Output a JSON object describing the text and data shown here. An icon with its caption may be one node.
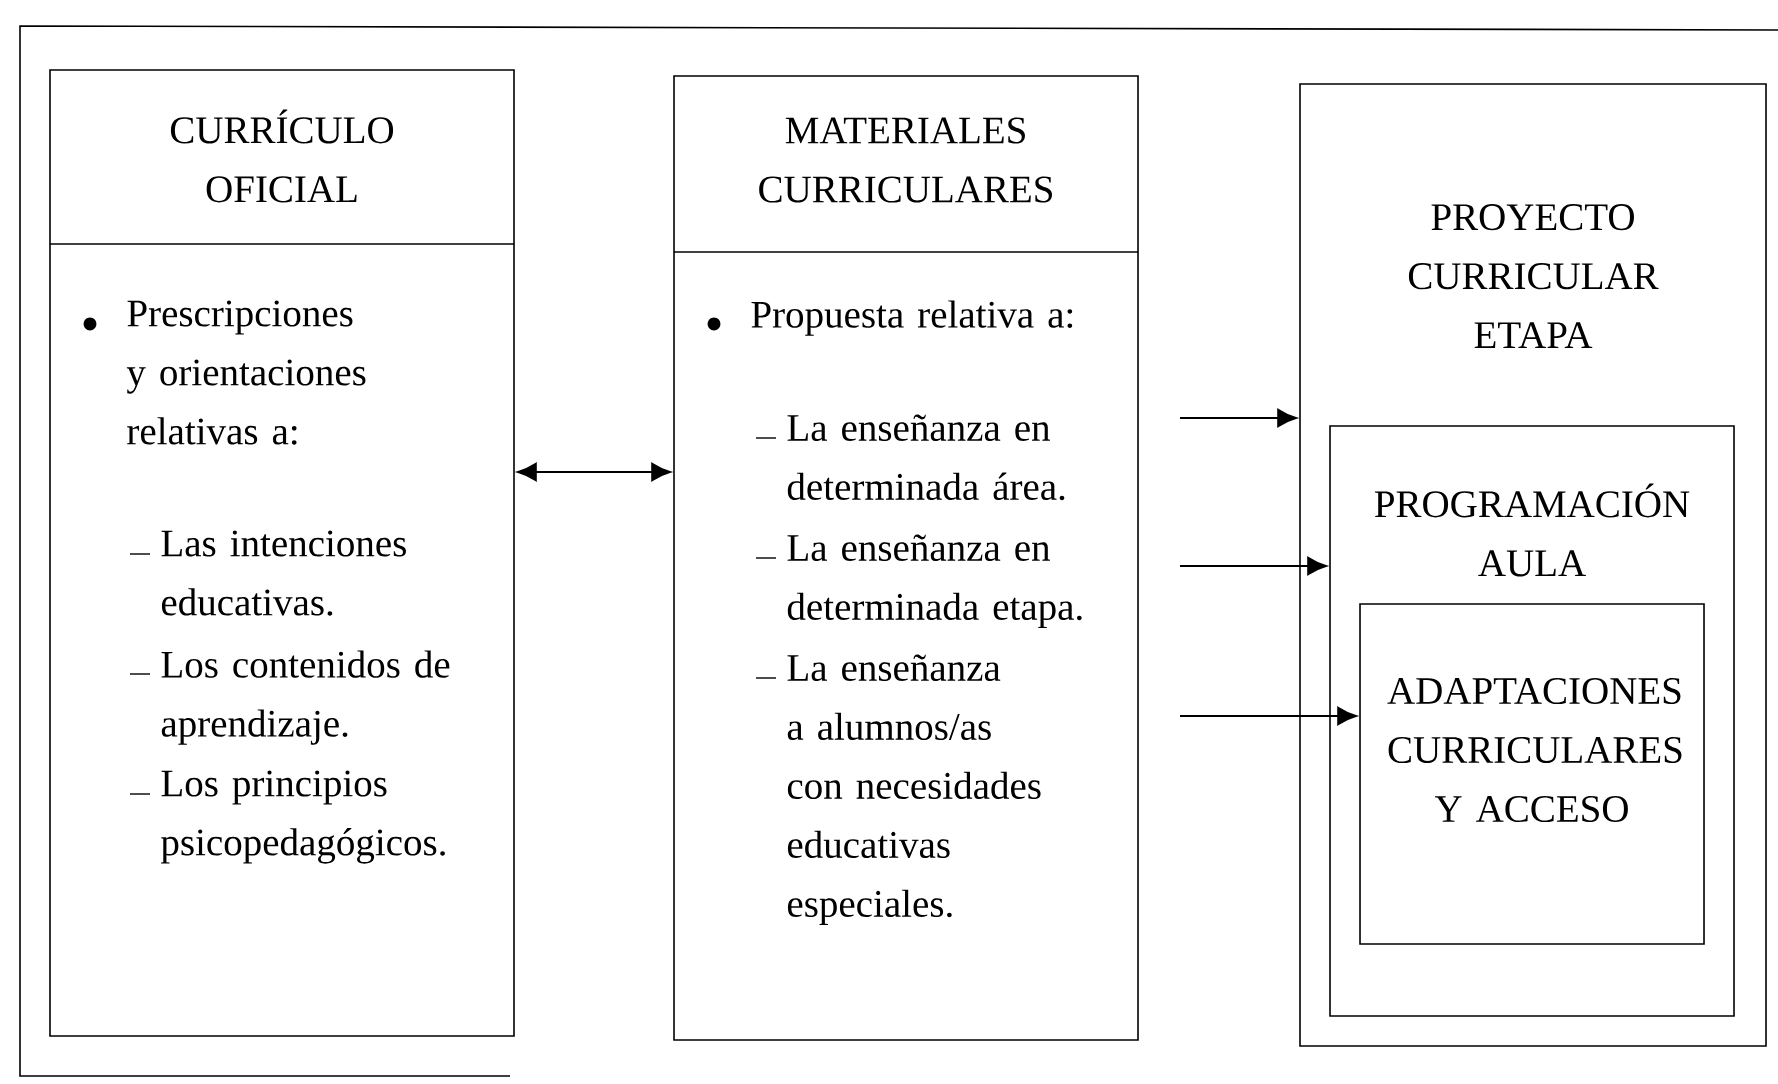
{
  "diagram": {
    "nodes": [
      {
        "text": [
          "CURRÍCULO OFICIAL",
          "Prescripciones y orientaciones relativas a:",
          "Las intenciones educativas.",
          "Los contenidos de aprendizaje.",
          "Los principios psicopedagógicos."
        ]
      },
      {
        "text": [
          "MATERIALES CURRICULARES",
          "Propuesta relativa a:",
          "La enseñanza en determinada área.",
          "La enseñanza en determinada etapa.",
          "La enseñanza a alumnos/as con necesidades educativas especiales."
        ]
      },
      {
        "text": [
          "PROYECTO CURRICULAR ETAPA"
        ]
      },
      {
        "text": [
          "PROGRAMACIÓN AULA"
        ],
        "in": 2
      },
      {
        "text": [
          "ADAPTACIONES CURRICULARES Y ACCESO"
        ],
        "in": 3
      }
    ],
    "edges": [
      {
        "from": 0,
        "to": 1,
        "arrow": "both"
      },
      {
        "from": null,
        "to": 2,
        "arrow": "to"
      },
      {
        "from": null,
        "to": 3,
        "arrow": "to"
      },
      {
        "from": null,
        "to": 4,
        "arrow": "to"
      }
    ]
  }
}
